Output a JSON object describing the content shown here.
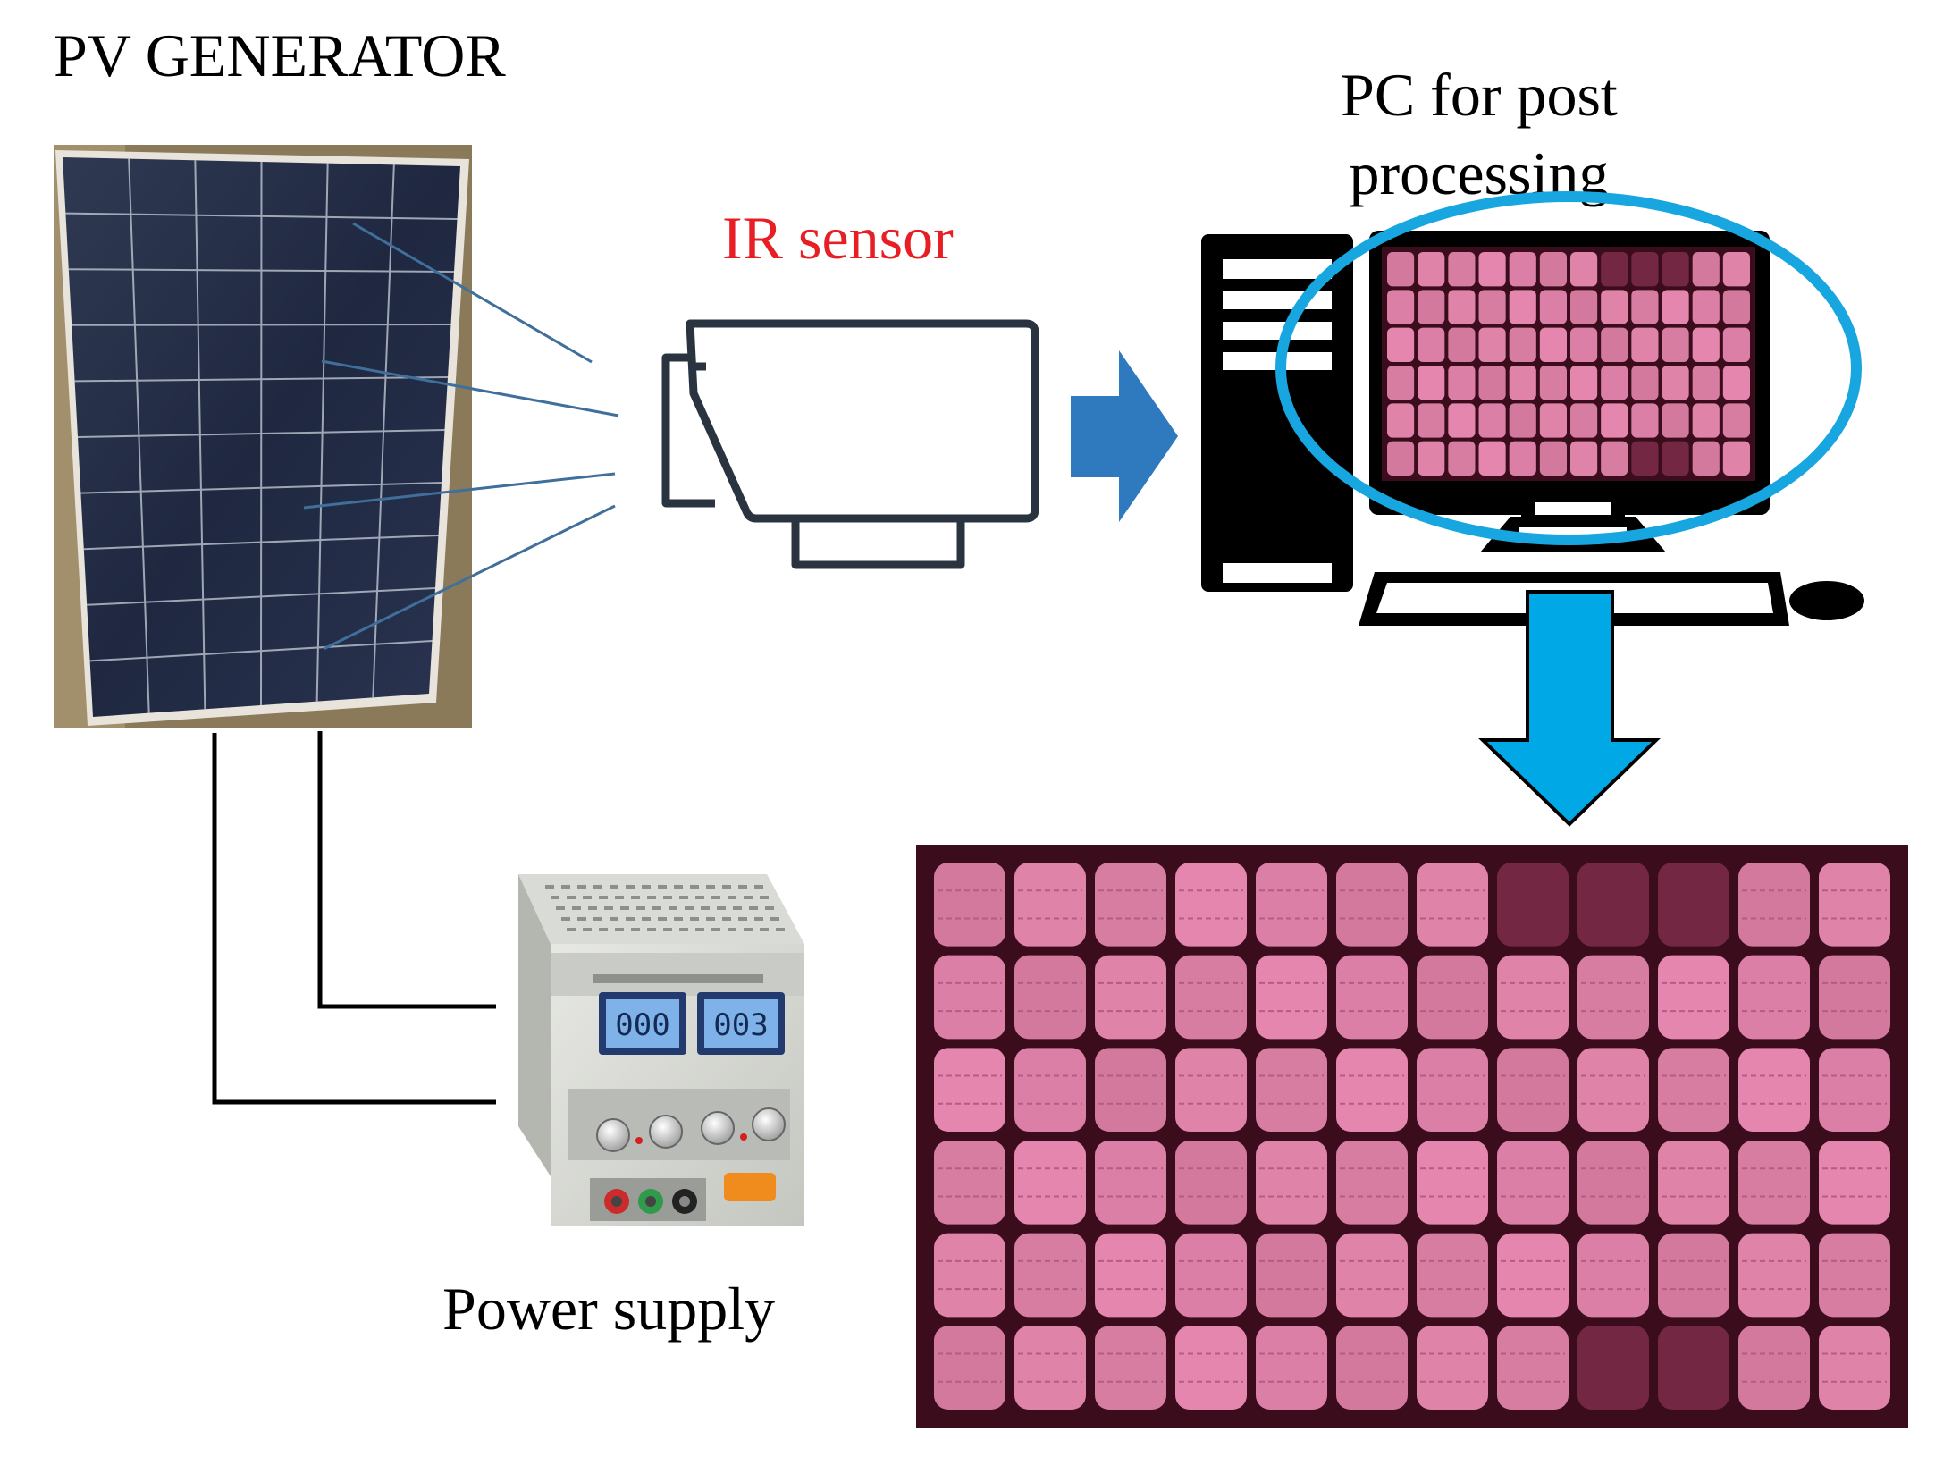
{
  "labels": {
    "pv_generator": "PV GENERATOR",
    "ir_sensor": "IR sensor",
    "pc_line1": "PC for post",
    "pc_line2": "processing",
    "power_supply": "Power supply"
  },
  "power_supply_display": {
    "left_readout": "000",
    "right_readout": "003"
  },
  "colors": {
    "ir_label": "#e81e25",
    "arrow_dark_blue": "#2f79be",
    "arrow_light_blue": "#00a8e6",
    "highlight_ellipse": "#18a6e0",
    "el_cell": "#e889b0",
    "el_background": "#3a0c1c"
  },
  "el_grid": {
    "rows": 6,
    "cols": 12
  }
}
